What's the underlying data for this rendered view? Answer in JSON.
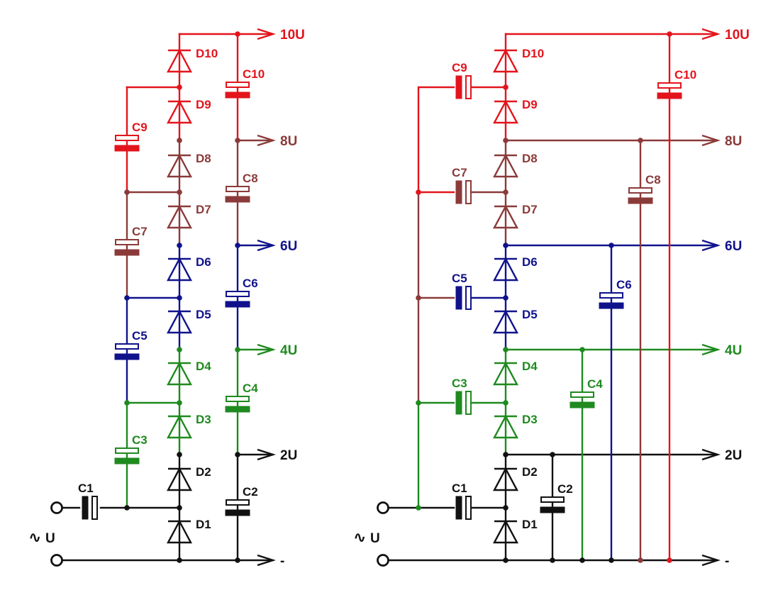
{
  "colors": {
    "black": "#111111",
    "green": "#1f8a1f",
    "blue": "#10128c",
    "brown": "#8b3a3a",
    "red": "#e3141c"
  },
  "outputs": {
    "u2": "2U",
    "u4": "4U",
    "u6": "6U",
    "u8": "8U",
    "u10": "10U",
    "minus": "-"
  },
  "input": {
    "tilde": "∿",
    "label": "U"
  },
  "left": {
    "diodes": [
      "D1",
      "D2",
      "D3",
      "D4",
      "D5",
      "D6",
      "D7",
      "D8",
      "D9",
      "D10"
    ],
    "capacitors": [
      "C1",
      "C2",
      "C3",
      "C4",
      "C5",
      "C6",
      "C7",
      "C8",
      "C9",
      "C10"
    ]
  },
  "right": {
    "diodes": [
      "D1",
      "D2",
      "D3",
      "D4",
      "D5",
      "D6",
      "D7",
      "D8",
      "D9",
      "D10"
    ],
    "capacitors": [
      "C1",
      "C2",
      "C3",
      "C4",
      "C5",
      "C6",
      "C7",
      "C8",
      "C9",
      "C10"
    ]
  }
}
